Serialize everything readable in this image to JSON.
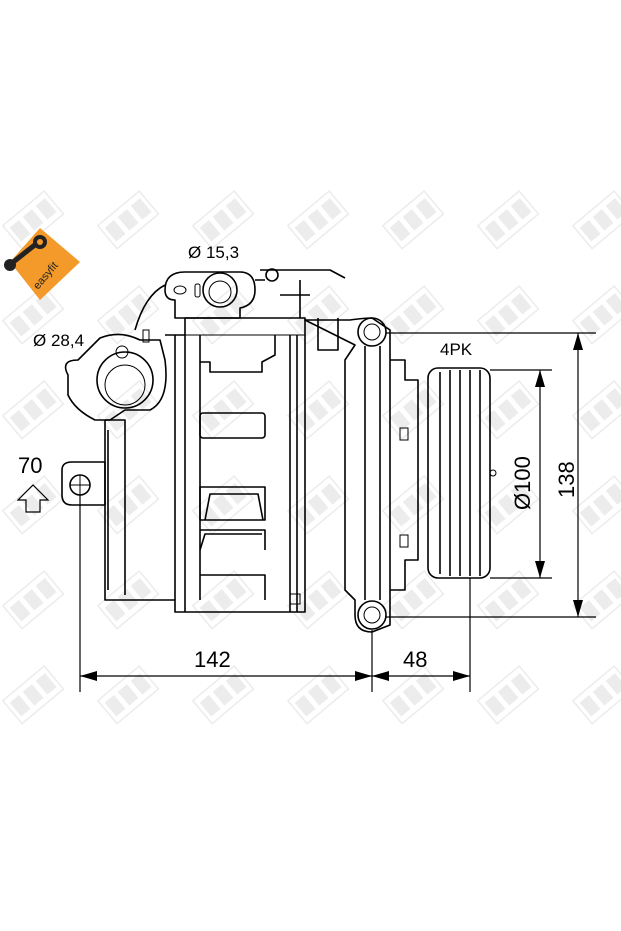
{
  "watermark": "NRF",
  "logo": {
    "text": "easyfit",
    "color": "#f39a2b"
  },
  "labels": {
    "port_small": "Ø 15,3",
    "port_large": "Ø 28,4",
    "mount_height": "70",
    "belt": "4PK",
    "pulley_diameter": "Ø100",
    "height": "138",
    "body_length": "142",
    "clutch_length": "48"
  }
}
